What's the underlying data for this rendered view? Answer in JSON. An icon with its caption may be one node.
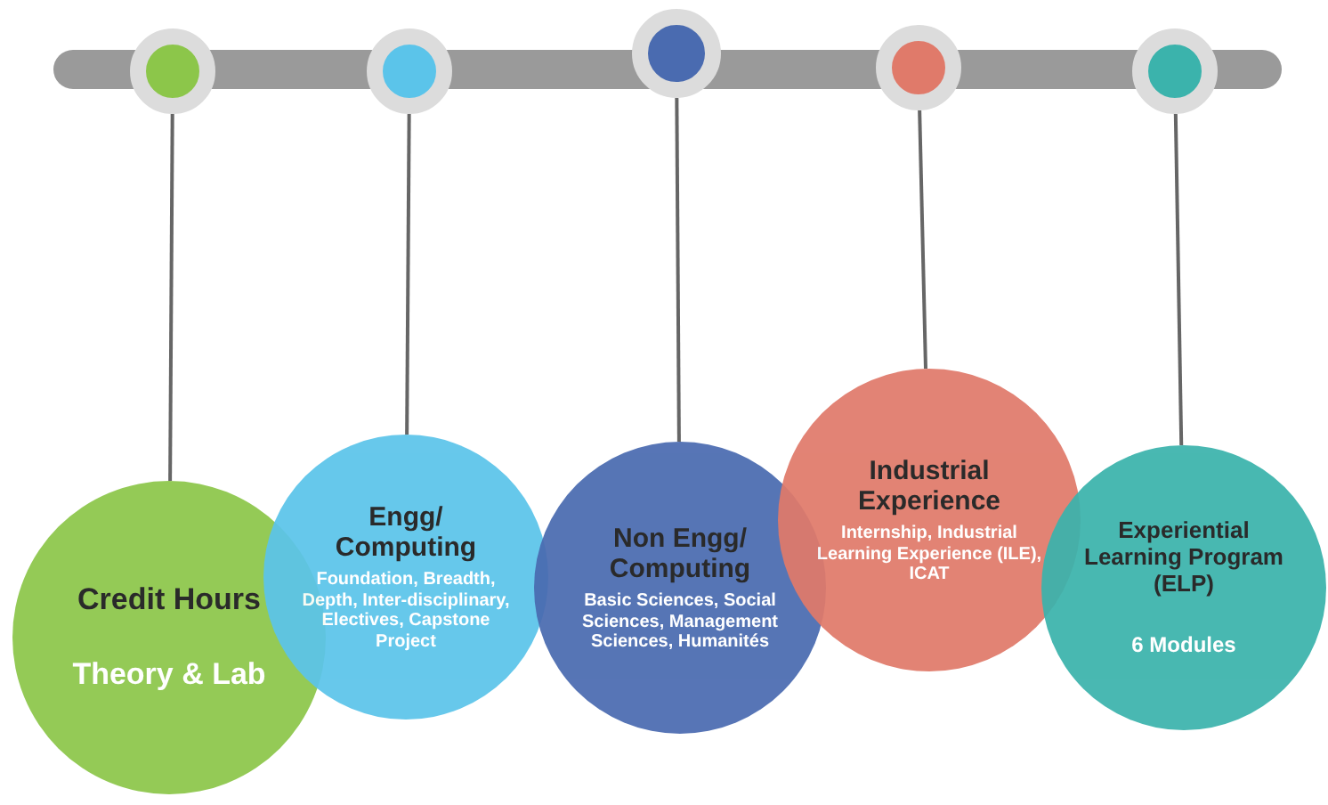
{
  "diagram": {
    "nodes": [
      {
        "text": [],
        "shape": "bar"
      },
      {
        "text": [],
        "shape": "circle"
      },
      {
        "text": [],
        "shape": "circle"
      },
      {
        "text": [],
        "shape": "circle"
      },
      {
        "text": [],
        "shape": "circle"
      },
      {
        "text": [],
        "shape": "circle"
      },
      {
        "text": [
          "Credit Hours",
          "Theory & Lab"
        ]
      },
      {
        "text": [
          "Engg/ Computing",
          "Foundation, Breadth, Depth, Inter-disciplinary, Electives, Capstone Project"
        ]
      },
      {
        "text": [
          "Non Engg/ Computing",
          "Basic Sciences, Social Sciences, Management Sciences, Humanités"
        ]
      },
      {
        "text": [
          "Industrial Experience",
          "Internship, Industrial Learning Experience (ILE), ICAT"
        ]
      },
      {
        "text": [
          "Experiential Learning Program (ELP)",
          "6 Modules"
        ]
      }
    ],
    "edges": [
      {
        "from": 1,
        "to": 6,
        "arrow": "none"
      },
      {
        "from": 2,
        "to": 7,
        "arrow": "none"
      },
      {
        "from": 3,
        "to": 8,
        "arrow": "none"
      },
      {
        "from": 4,
        "to": 9,
        "arrow": "none"
      },
      {
        "from": 5,
        "to": 10,
        "arrow": "none"
      }
    ]
  }
}
